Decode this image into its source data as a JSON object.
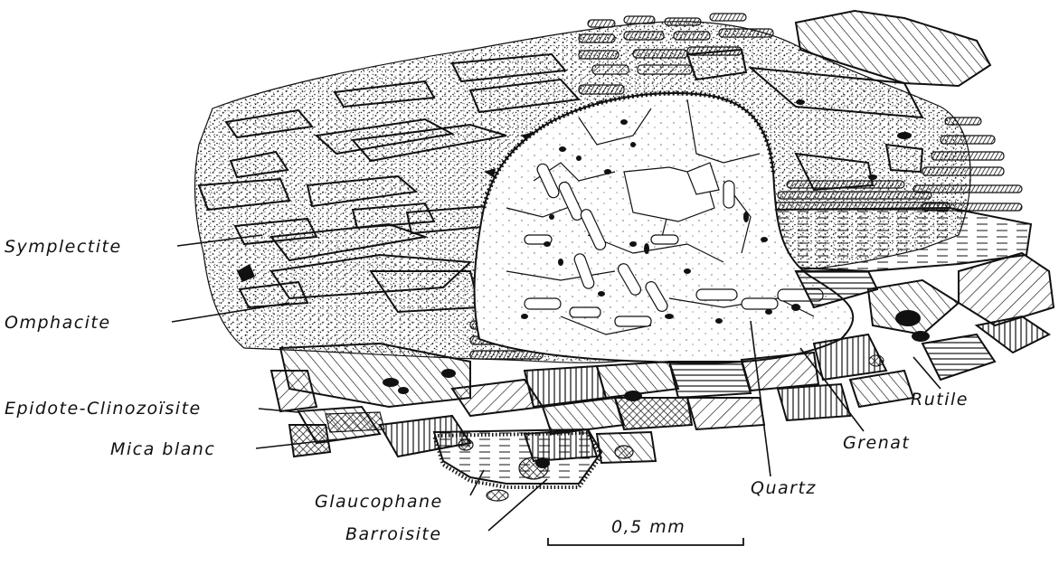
{
  "figure": {
    "labels": {
      "symplectite": "Symplectite",
      "omphacite": "Omphacite",
      "epidote": "Epidote-Clinozoïsite",
      "mica": "Mica blanc",
      "glaucophane": "Glaucophane",
      "barroisite": "Barroisite",
      "quartz": "Quartz",
      "grenat": "Grenat",
      "rutile": "Rutile"
    },
    "scale_bar": {
      "label": "0,5 mm"
    },
    "colors": {
      "ink": "#111111",
      "paper": "#ffffff"
    }
  }
}
